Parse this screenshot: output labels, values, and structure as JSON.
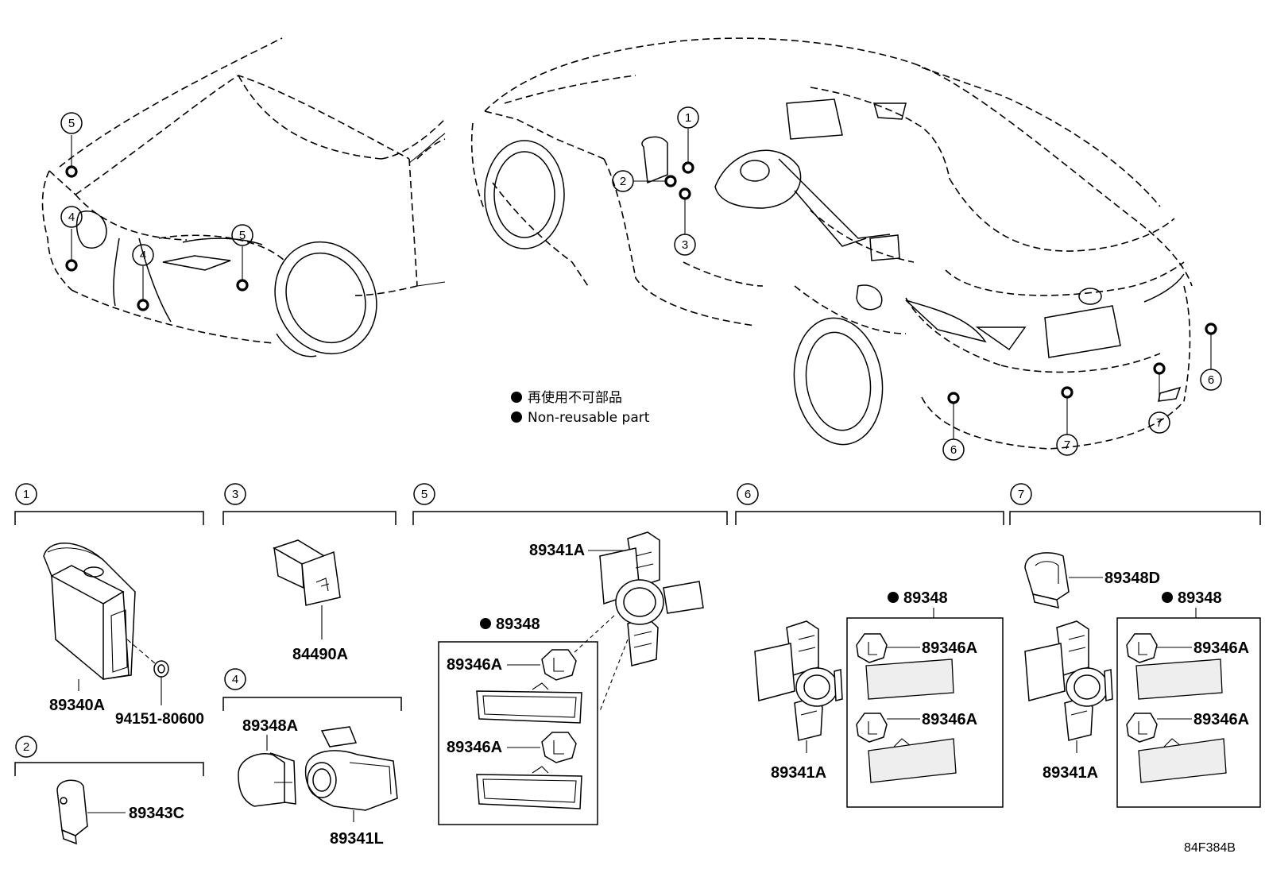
{
  "legend": {
    "japanese": "再使用不可部品",
    "english": "Non-reusable part"
  },
  "drawing_code": "84F384B",
  "sections": {
    "s1": {
      "number": "1",
      "parts": [
        "89340A",
        "94151-80600"
      ]
    },
    "s2": {
      "number": "2",
      "parts": [
        "89343C"
      ]
    },
    "s3": {
      "number": "3",
      "parts": [
        "84490A"
      ]
    },
    "s4": {
      "number": "4",
      "parts": [
        "89348A",
        "89341L"
      ]
    },
    "s5": {
      "number": "5",
      "parts": [
        "89341A",
        "89348",
        "89346A",
        "89346A"
      ]
    },
    "s6": {
      "number": "6",
      "parts": [
        "89348",
        "89346A",
        "89346A",
        "89341A"
      ]
    },
    "s7": {
      "number": "7",
      "parts": [
        "89348D",
        "89348",
        "89346A",
        "89346A",
        "89341A"
      ]
    }
  },
  "callouts": {
    "front": [
      "5",
      "4",
      "4",
      "5"
    ],
    "interior": [
      "1",
      "2",
      "3"
    ],
    "rear": [
      "6",
      "6",
      "7",
      "7"
    ]
  }
}
